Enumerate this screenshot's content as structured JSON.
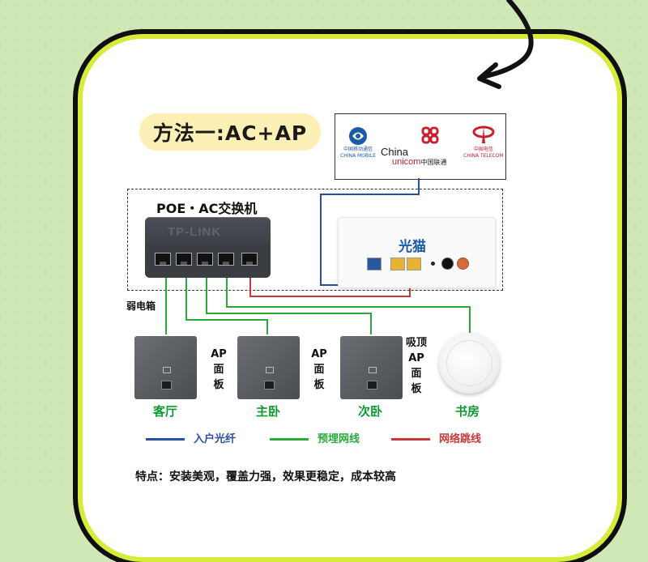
{
  "title": "方法一:AC+AP",
  "isps": {
    "mobile": {
      "label_cn": "中国移动通信",
      "label_en": "CHINA MOBILE"
    },
    "unicom": {
      "top": "China",
      "bottom": "unicom",
      "bottom_cn": "中国联通"
    },
    "telecom": {
      "label_cn": "中国电信",
      "label_en": "CHINA TELECOM"
    }
  },
  "switch": {
    "title": "POE・AC交换机",
    "brand": "TP-LINK"
  },
  "modem": {
    "label": "光猫"
  },
  "weak_box_label": "弱电箱",
  "panels": [
    {
      "label": "AP面板",
      "room": "客厅"
    },
    {
      "label": "AP面板",
      "room": "主卧"
    },
    {
      "label": "",
      "room": "次卧"
    }
  ],
  "ceiling_ap": {
    "label": "吸顶AP面板",
    "room": "书房"
  },
  "legend": [
    {
      "label": "入户光纤",
      "color": "#2a4f9e"
    },
    {
      "label": "预埋网线",
      "color": "#2aaa3a"
    },
    {
      "label": "网络跳线",
      "color": "#c83a3a"
    }
  ],
  "features": "特点：安装美观，覆盖力强，效果更稳定，成本较高",
  "colors": {
    "fiber": "#2a4f9e",
    "cable": "#2aaa3a",
    "patch": "#c83a3a",
    "frame": "#d7ec3a"
  }
}
